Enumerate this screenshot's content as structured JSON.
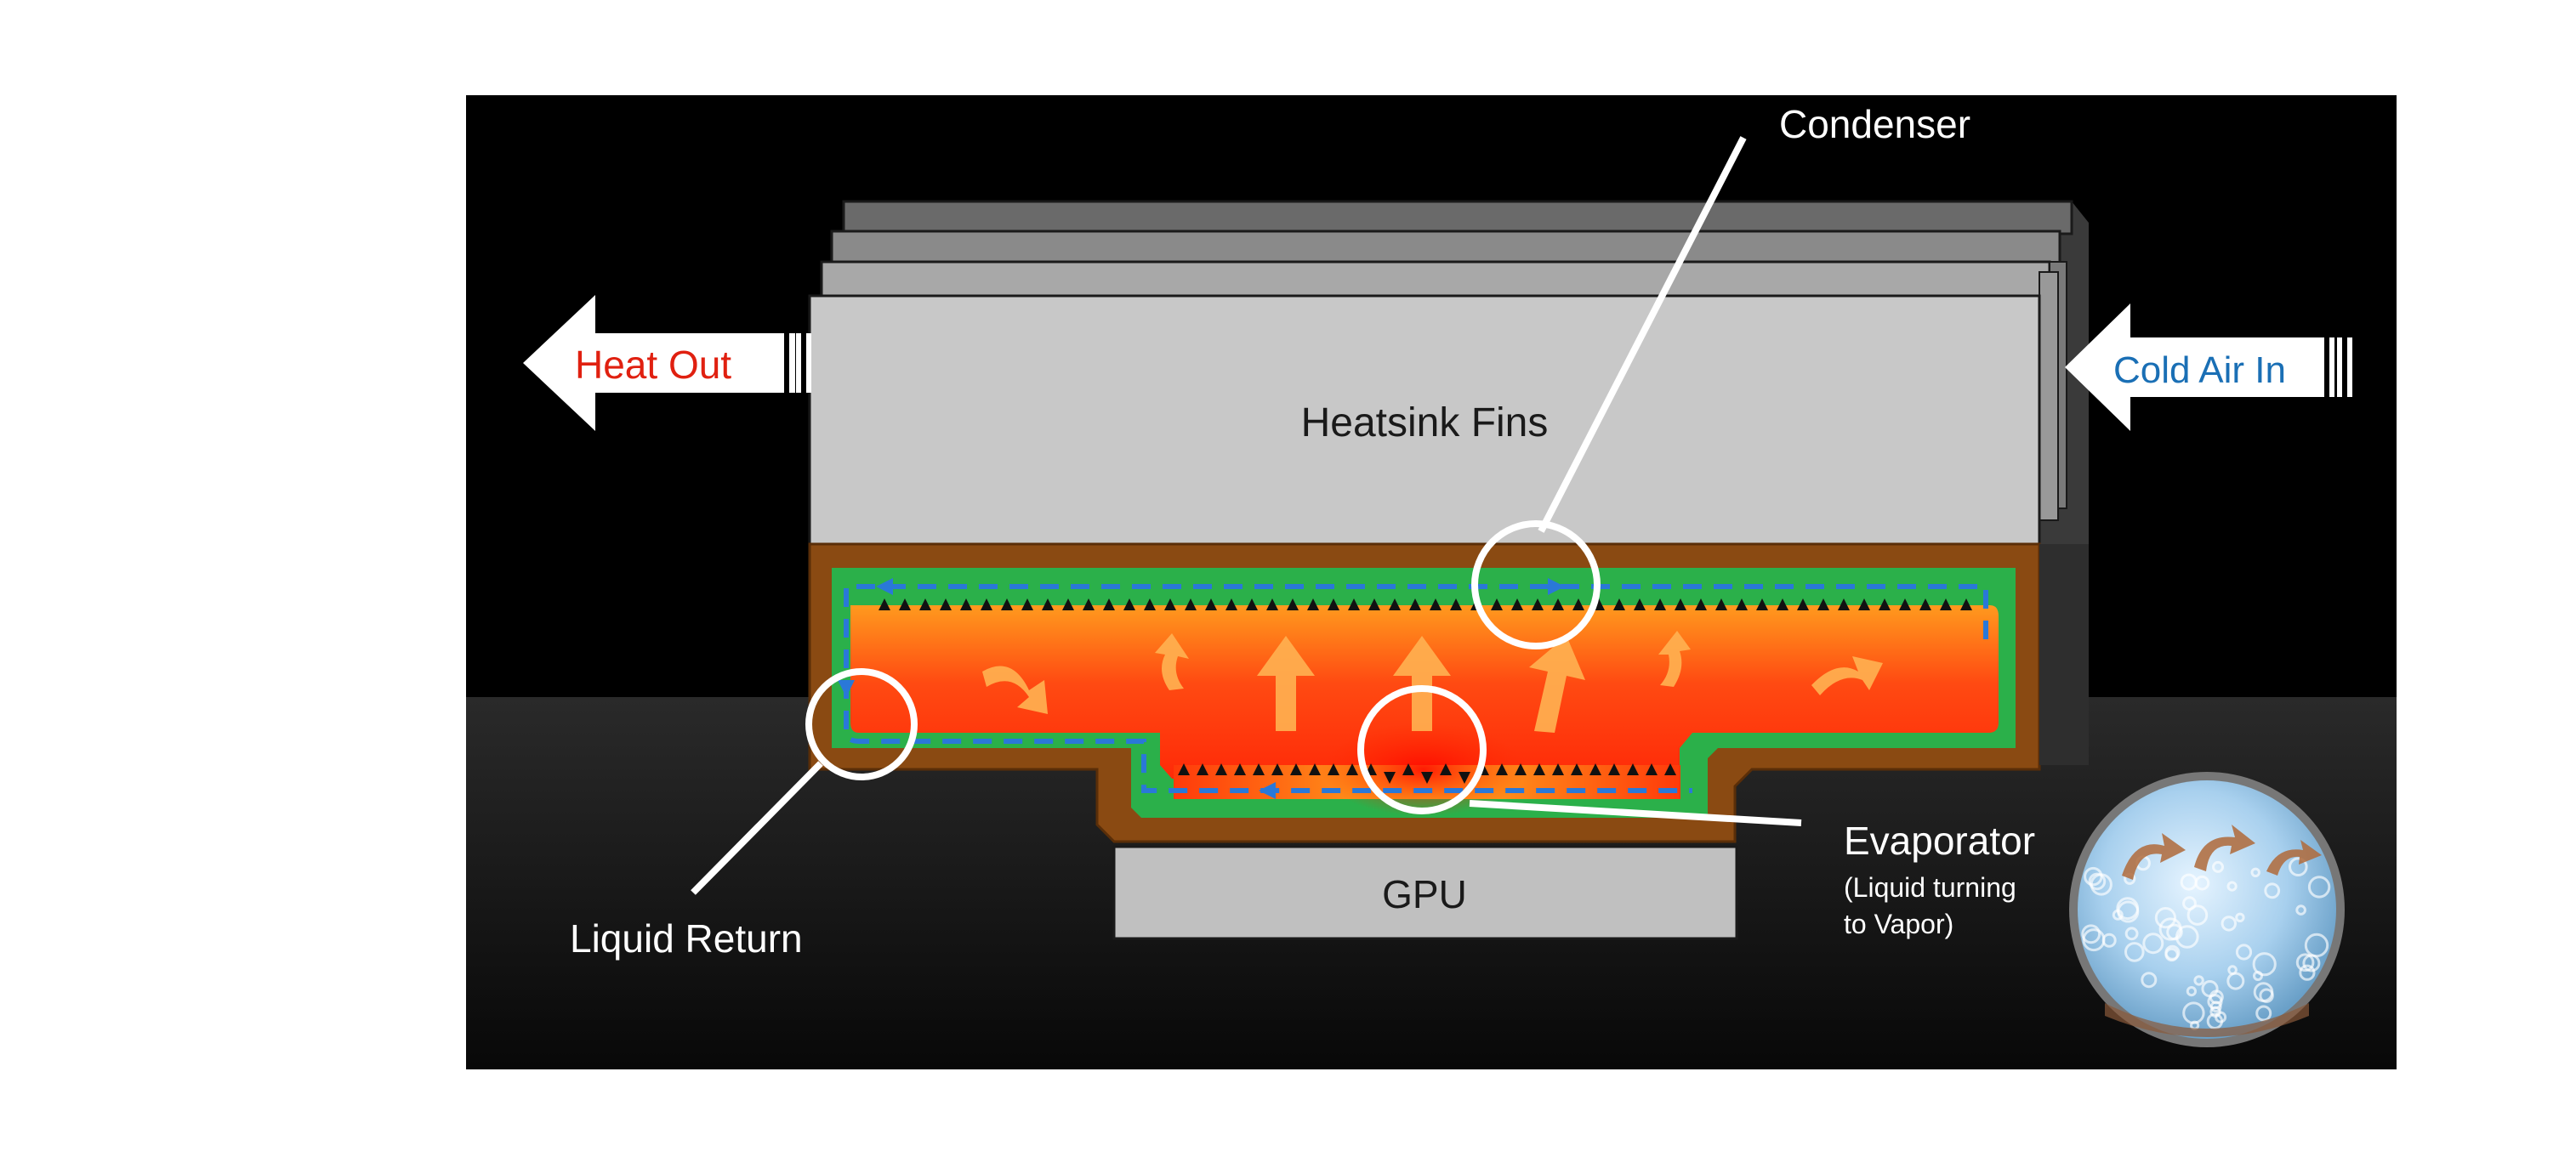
{
  "labels": {
    "condenser": "Condenser",
    "heat_out": "Heat Out",
    "cold_air_in": "Cold Air In",
    "heatsink_fins": "Heatsink Fins",
    "gpu": "GPU",
    "liquid_return": "Liquid Return",
    "evaporator": "Evaporator",
    "evaporator_note_line1": "(Liquid turning",
    "evaporator_note_line2": "to Vapor)"
  },
  "colors": {
    "background": "#000000",
    "heat_out_text": "#e02010",
    "cold_air_text": "#1a6fb5",
    "fins": "#c8c8c8",
    "copper": "#8a4a12",
    "wick": "#2bb04a",
    "vapor_hot": "#ff3a0a",
    "vapor_warm": "#ff9a20",
    "liquid_flow": "#2a78d8",
    "gpu": "#c0c0c0"
  }
}
